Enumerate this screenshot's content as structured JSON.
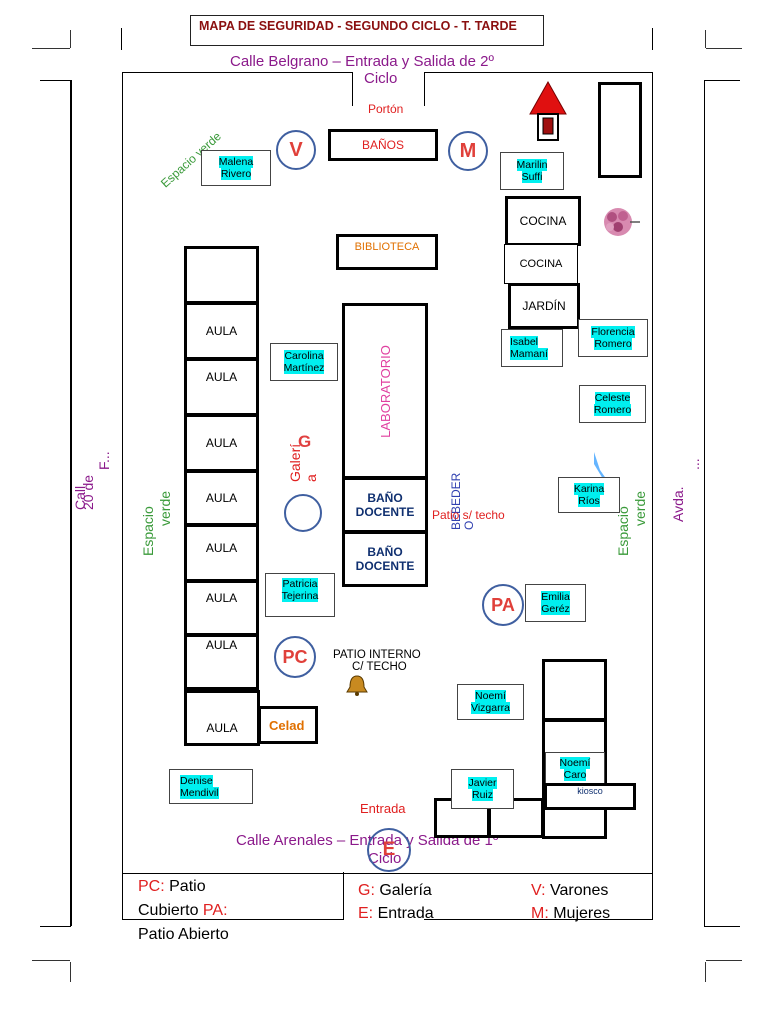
{
  "title": "MAPA DE SEGURIDAD - SEGUNDO CICLO - T. TARDE",
  "streets": {
    "top_line1": "Calle Belgrano – Entrada y Salida de 2º",
    "top_line2": "Ciclo",
    "bottom_line1": "Calle Arenales – Entrada y Salida de 1º",
    "bottom_line2": "Ciclo",
    "left_line1": "Call",
    "left_line2": "20 de",
    "left_line3": "F...",
    "right_line1": "Avda.",
    "right_line2": "..."
  },
  "labels": {
    "porton": "Portón",
    "espacio_verde_diag": "Espacio verde",
    "espacio_left": "Espacio",
    "espacio_left2": "verde",
    "espacio_right": "Espacio",
    "espacio_right2": "verde",
    "galeria": "Galerí",
    "galeria2": "a",
    "bebedero": "BEBEDER",
    "bebedero2": "O",
    "patio_sin_techo": "Patio s/ techo",
    "patio_interno1": "PATIO INTERNO",
    "patio_interno2": "C/ TECHO",
    "entrada": "Entrada",
    "kiosco": "kiosco"
  },
  "rooms": {
    "banos": "BAÑOS",
    "biblioteca": "BIBLIOTECA",
    "cocina1": "COCINA",
    "cocina2": "COCINA",
    "jardin": "JARDÍN",
    "laboratorio": "LABORATORIO",
    "bano_docente1_a": "BAÑO",
    "bano_docente1_b": "DOCENTE",
    "bano_docente2_a": "BAÑO",
    "bano_docente2_b": "DOCENTE",
    "aula": "AULA",
    "celad": "Celad"
  },
  "names": {
    "malena1": "Malena",
    "malena2": "Rivero",
    "marilin1": "Marilin",
    "marilin2": "Suffi",
    "carolina1": "Carolina",
    "carolina2": "Martínez",
    "isabel1": "Isabel",
    "isabel2": "Mamaní",
    "florencia1": "Florencia",
    "florencia2": "Romero",
    "celeste1": "Celeste",
    "celeste2": "Romero",
    "karina1": "Karina",
    "karina2": "Ríos",
    "patricia1": "Patricia",
    "patricia2": "Tejerina",
    "emilia1": "Emilia",
    "emilia2": "Geréz",
    "noemi_v1": "Noemí",
    "noemi_v2": "Vizgarra",
    "noemi_c1": "Noemí",
    "noemi_c2": "Caro",
    "javier1": "Javier",
    "javier2": "Ruiz",
    "denise1": "Denise",
    "denise2": "Mendivil"
  },
  "markers": {
    "v": "V",
    "m": "M",
    "g": "G",
    "pa": "PA",
    "pc": "PC",
    "e": "E"
  },
  "legend": {
    "pc_key": "PC:",
    "pc_text": " Patio",
    "pc_text2": "Cubierto ",
    "pa_key": "PA:",
    "pa_text": "Patio Abierto",
    "g_key": "G:",
    "g_text": " Galería",
    "e_key": "E:",
    "e_text": " Entrada",
    "v_key": "V:",
    "v_text": " Varones",
    "m_key": "M:",
    "m_text": " Mujeres"
  },
  "icons": {
    "house": "house-arrow-icon",
    "flower": "flower-icon",
    "bell": "bell-icon",
    "water": "water-drop-icon"
  },
  "colors": {
    "purple": "#8b1a8b",
    "green": "#3a9a3a",
    "red": "#e02020",
    "blue": "#3f5fa0",
    "cyan": "#00f0f0",
    "title": "#8b1010",
    "orange": "#e07000"
  }
}
